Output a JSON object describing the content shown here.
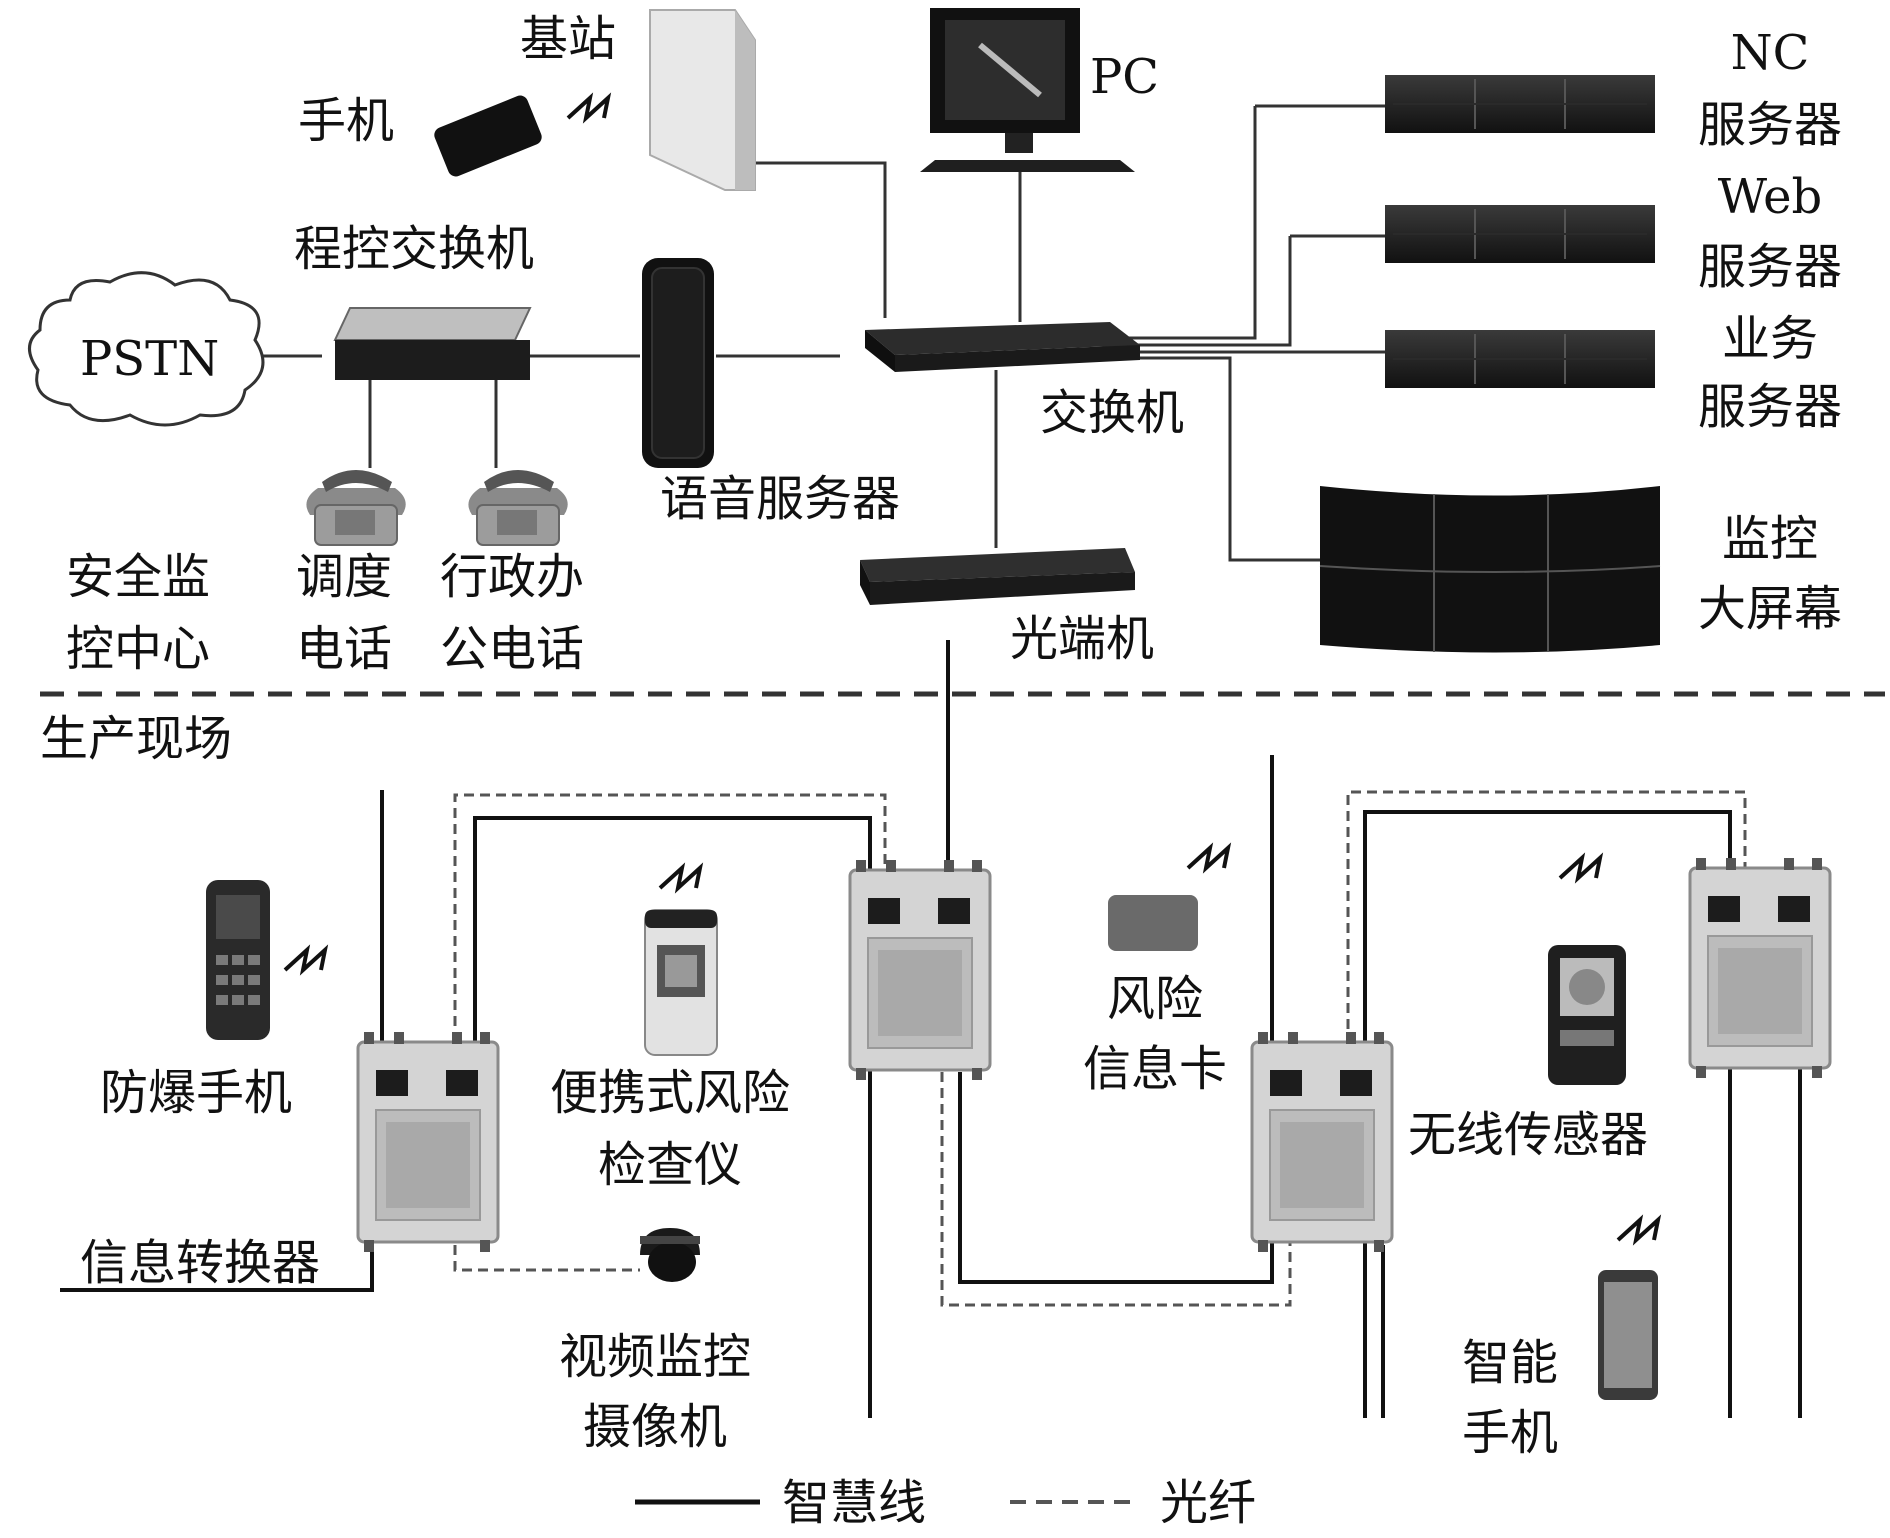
{
  "labels": {
    "base_station": "基站",
    "mobile_phone": "手机",
    "pc": "PC",
    "nc_server": [
      "NC",
      "服务器"
    ],
    "web_server": [
      "Web",
      "服务器"
    ],
    "business_server": [
      "业务",
      "服务器"
    ],
    "pbx": "程控交换机",
    "pstn": "PSTN",
    "voice_server": "语音服务器",
    "switch": "交换机",
    "safety_center": [
      "安全监",
      "控中心"
    ],
    "dispatch_phone": [
      "调度",
      "电话"
    ],
    "office_phone": [
      "行政办",
      "公电话"
    ],
    "optical_terminal": "光端机",
    "monitor_screen": [
      "监控",
      "大屏幕"
    ],
    "production_site": "生产现场",
    "explosion_proof_phone": "防爆手机",
    "portable_risk_checker": [
      "便携式风险",
      "检查仪"
    ],
    "risk_card": [
      "风险",
      "信息卡"
    ],
    "wireless_sensor": "无线传感器",
    "info_converter": "信息转换器",
    "video_camera": [
      "视频监控",
      "摄像机"
    ],
    "smartphone": [
      "智能",
      "手机"
    ]
  },
  "legend": {
    "solid": "智慧线",
    "dashed": "光纤"
  },
  "colors": {
    "line": "#222222",
    "dashed": "#555555",
    "device_dark": "#1a1a1a",
    "converter_body": "#cfcfcf"
  }
}
